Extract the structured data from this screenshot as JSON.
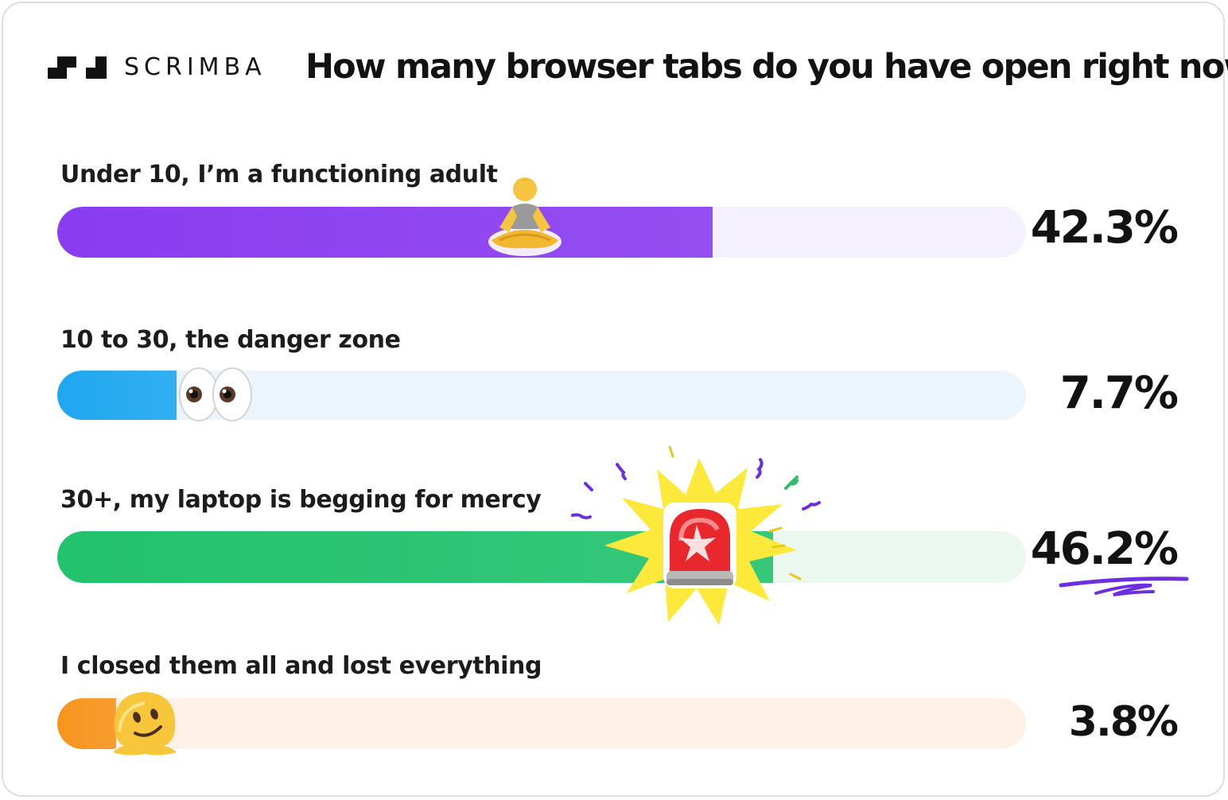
{
  "brand": {
    "name": "SCRIMBA",
    "logo_icon": "scrimba-logo-icon"
  },
  "poll": {
    "question": "How many browser tabs do you have open right now?",
    "options": [
      {
        "label": "Under 10, I’m a functioning adult",
        "percent_label": "42.3%",
        "percent": 42.3,
        "color": "#8a3cf0",
        "track_color": "#f4f0fd",
        "emoji": "person-in-lotus-position-icon"
      },
      {
        "label": "10 to 30, the danger zone",
        "percent_label": "7.7%",
        "percent": 7.7,
        "color": "#1ea7f0",
        "track_color": "#ecf4fc",
        "emoji": "eyes-icon"
      },
      {
        "label": "30+, my laptop is begging for mercy",
        "percent_label": "46.2%",
        "percent": 46.2,
        "color": "#22c26e",
        "track_color": "#ebf8f0",
        "emoji": "police-siren-icon",
        "highlighted": true
      },
      {
        "label": "I closed them all and lost everything",
        "percent_label": "3.8%",
        "percent": 3.8,
        "color": "#f7941d",
        "track_color": "#fdf1e8",
        "emoji": "melting-face-icon"
      }
    ]
  }
}
